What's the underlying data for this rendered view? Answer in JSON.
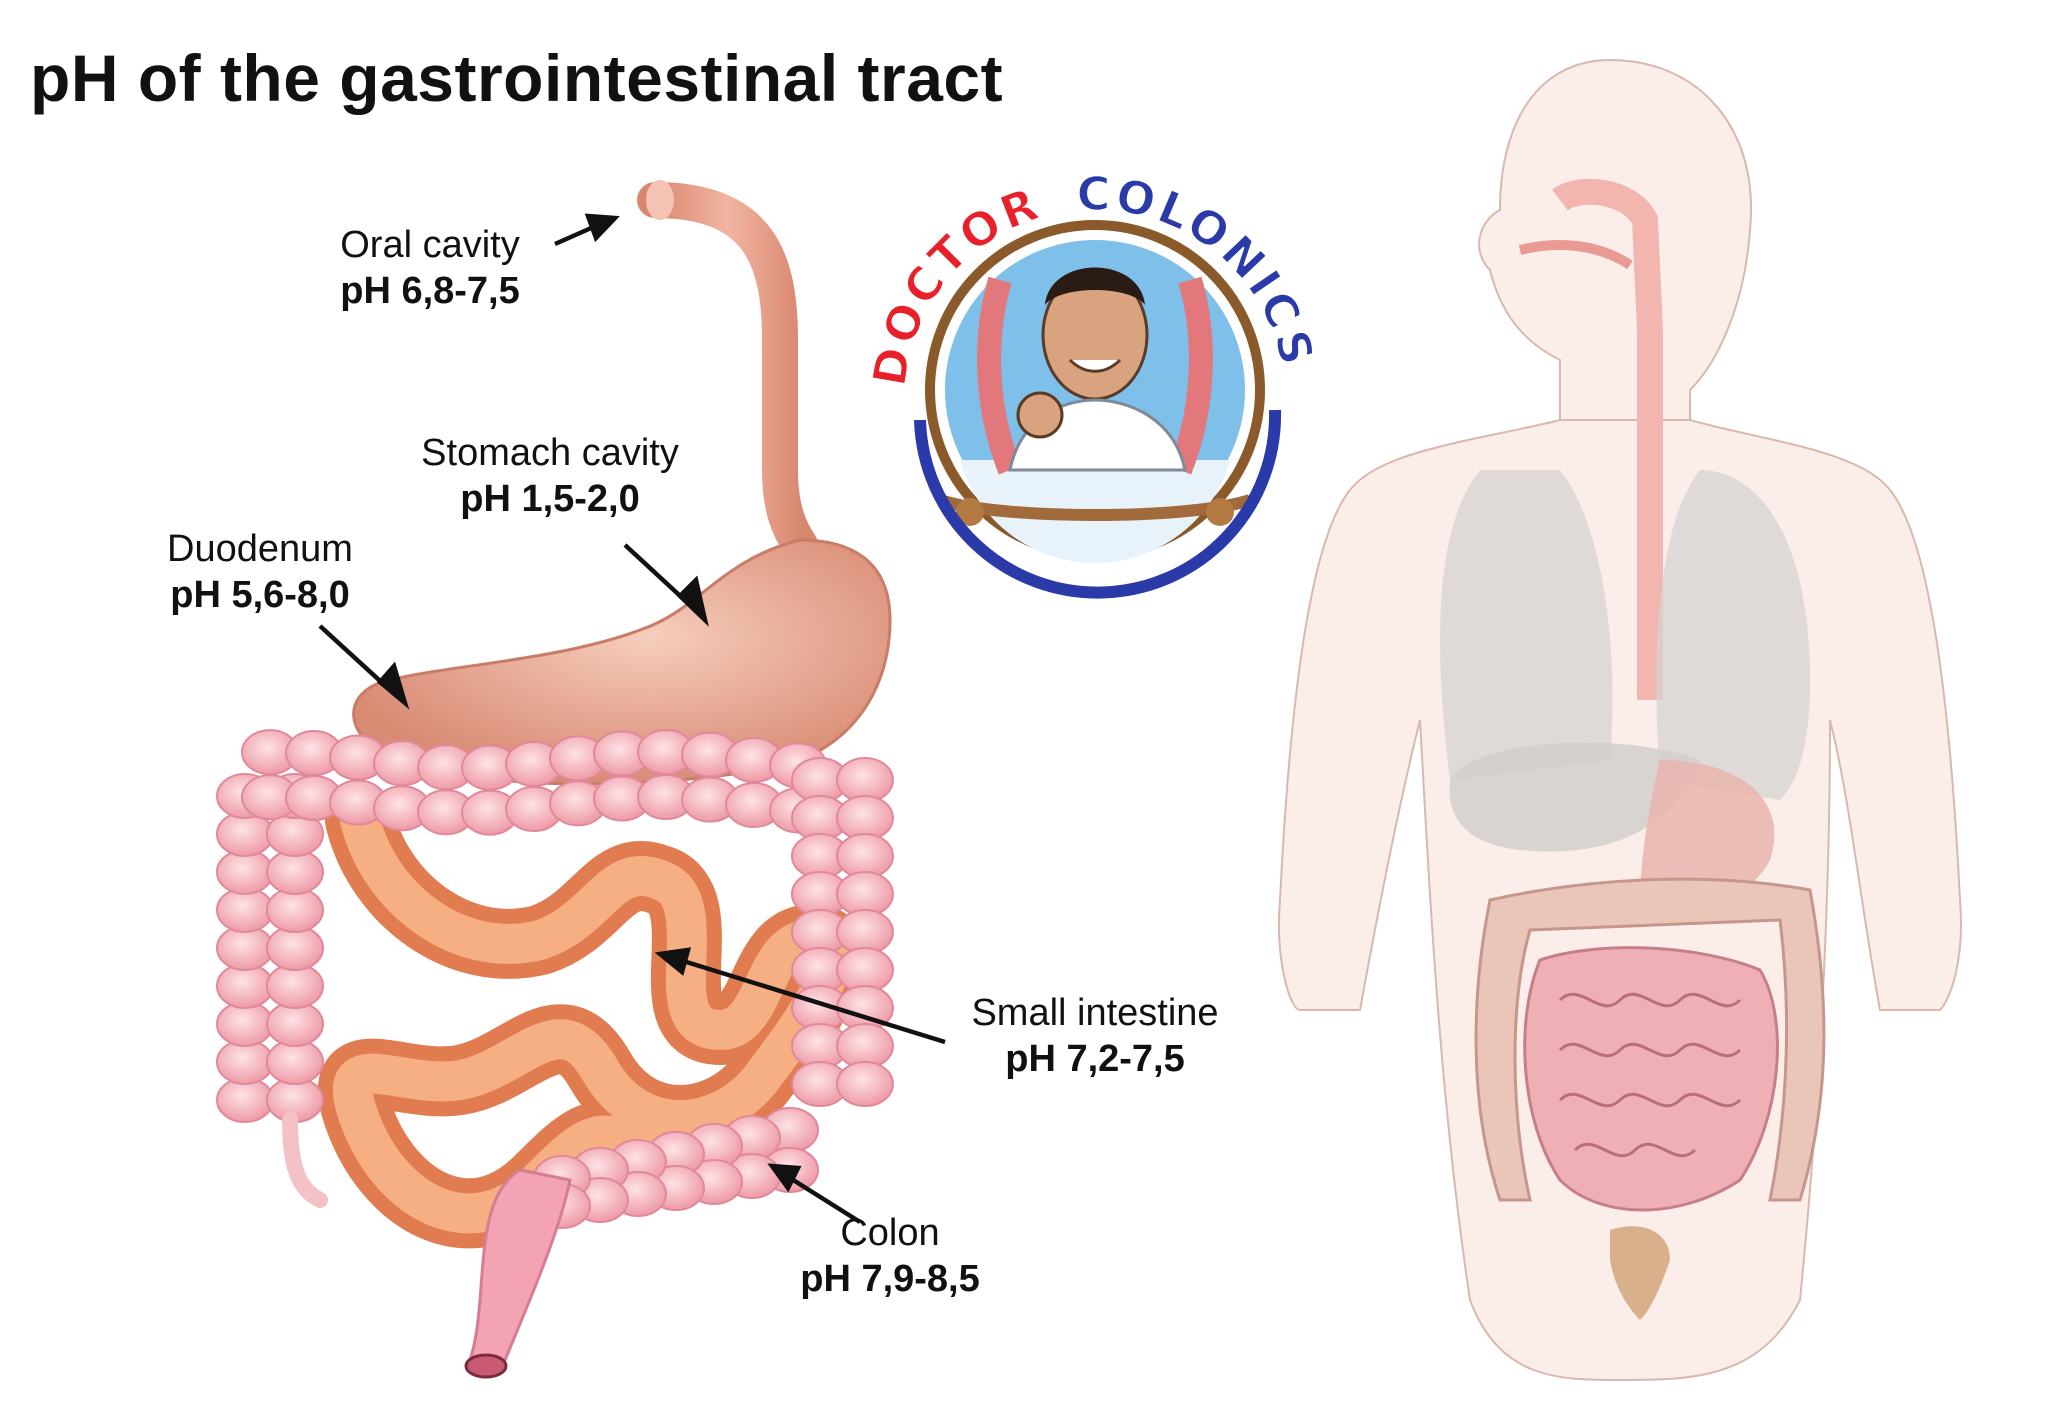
{
  "title": "pH of the gastrointestinal tract",
  "labels": {
    "oral": {
      "name": "Oral cavity",
      "ph": "pH 6,8-7,5"
    },
    "stomach": {
      "name": "Stomach cavity",
      "ph": "pH 1,5-2,0"
    },
    "duodenum": {
      "name": "Duodenum",
      "ph": "pH 5,6-8,0"
    },
    "small_intestine": {
      "name": "Small intestine",
      "ph": "pH 7,2-7,5"
    },
    "colon": {
      "name": "Colon",
      "ph": "pH 7,9-8,5"
    }
  },
  "logo": {
    "word1": "DOCTOR",
    "word2": "COLONICS"
  },
  "colors": {
    "colon": "#f3a7b0",
    "small_intestine": "#f0986a",
    "stomach": "#e9a48e",
    "logo_red": "#e8202a",
    "logo_blue": "#2a3aa8"
  }
}
